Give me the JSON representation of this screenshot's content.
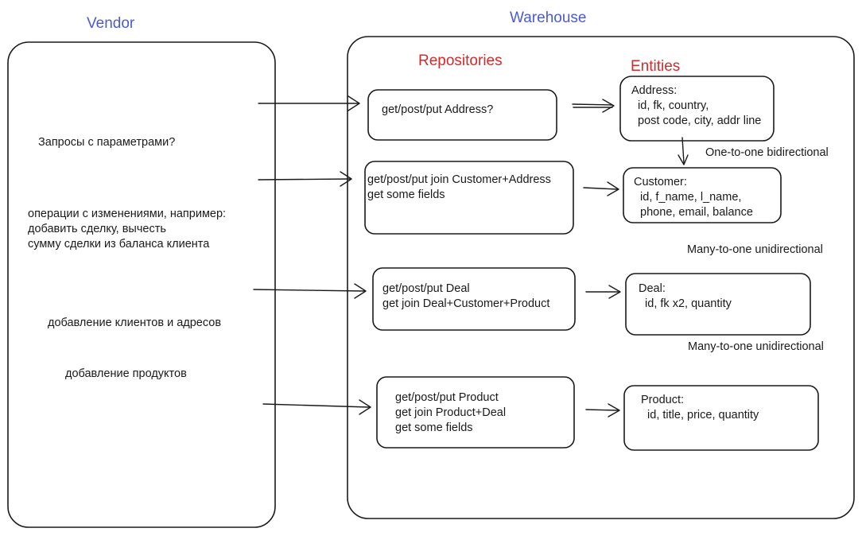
{
  "titles": {
    "vendor": "Vendor",
    "warehouse": "Warehouse",
    "repositories": "Repositories",
    "entities": "Entities"
  },
  "vendor_notes": [
    "Запросы с параметрами?",
    "операции с изменениями, например:\nдобавить сделку, вычесть\nсумму сделки из баланса клиента",
    "добавление клиентов и адресов",
    "добавление продуктов"
  ],
  "repositories": [
    "get/post/put Address?",
    "get/post/put join Customer+Address\nget some fields",
    "get/post/put Deal\nget join Deal+Customer+Product",
    "get/post/put Product\nget join Product+Deal\nget some fields"
  ],
  "entities": [
    "Address:\n  id, fk, country,\n  post code, city, addr line",
    "Customer:\n  id, f_name, l_name,\n  phone, email, balance",
    "Deal:\n  id, fk x2, quantity",
    "Product:\n  id, title, price, quantity"
  ],
  "relations": [
    "One-to-one bidirectional",
    "Many-to-one unidirectional",
    "Many-to-one unidirectional"
  ],
  "colors": {
    "title_blue": "#4a5bd1",
    "title_red": "#d42a2a",
    "stroke": "#1a1a1a"
  }
}
